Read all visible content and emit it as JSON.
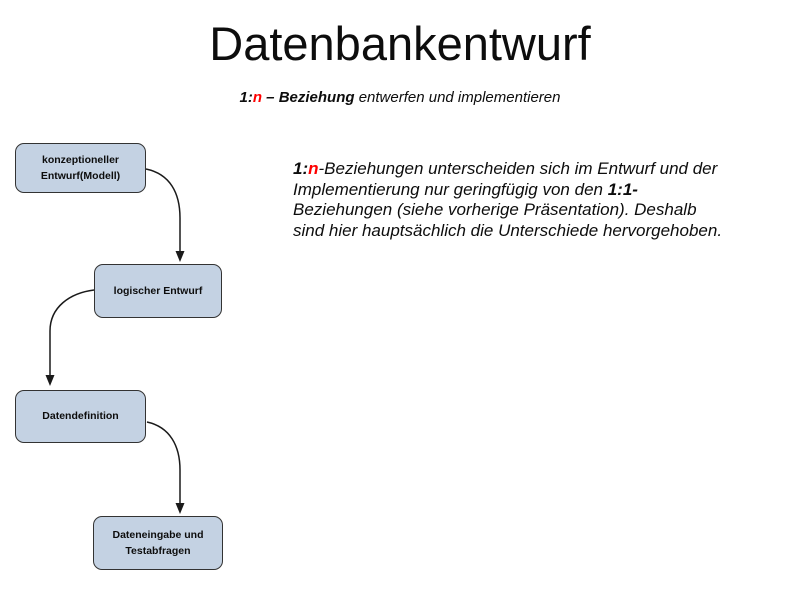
{
  "slide": {
    "title": "Datenbankentwurf",
    "subtitle_segments": [
      {
        "t": "1:",
        "b": true
      },
      {
        "t": "n",
        "b": true,
        "c": "#ff0000"
      },
      {
        "t": " – Beziehung",
        "b": true
      },
      {
        "t": " entwerfen und implementieren"
      }
    ],
    "paragraph_segments": [
      {
        "t": "1:",
        "b": true
      },
      {
        "t": "n",
        "b": true,
        "c": "#ff0000"
      },
      {
        "t": "-Beziehungen unterscheiden sich im Entwurf und der\nImplementierung nur geringfügig von den "
      },
      {
        "t": "1:1-",
        "b": true
      },
      {
        "t": "\nBeziehungen (siehe vorherige Präsentation). Deshalb\nsind hier hauptsächlich die Unterschiede hervorgehoben."
      }
    ]
  },
  "flowchart": {
    "boxes": [
      {
        "id": "konzeptioneller-entwurf",
        "label": "konzeptioneller\nEntwurf(Modell)"
      },
      {
        "id": "logischer-entwurf",
        "label": "logischer Entwurf"
      },
      {
        "id": "datendefinition",
        "label": "Datendefinition"
      },
      {
        "id": "dateneingabe",
        "label": "Dateneingabe und\nTestabfragen"
      }
    ],
    "arrows": [
      {
        "from": "konzeptioneller-entwurf",
        "to": "logischer-entwurf"
      },
      {
        "from": "logischer-entwurf",
        "to": "datendefinition"
      },
      {
        "from": "datendefinition",
        "to": "dateneingabe"
      }
    ]
  },
  "colors": {
    "accent_red": "#ff0000",
    "box_fill": "#c4d2e3",
    "box_border": "#333333",
    "arrow_stroke": "#1a1a1a",
    "text": "#0d0d0d",
    "background": "#ffffff"
  }
}
